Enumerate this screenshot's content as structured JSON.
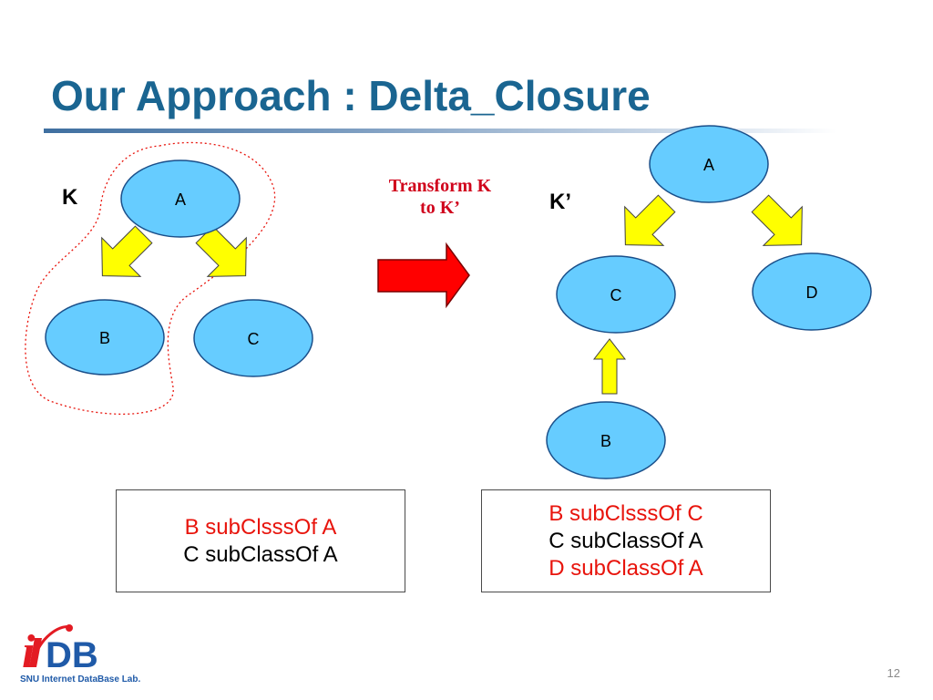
{
  "slide": {
    "title": "Our Approach : Delta_Closure",
    "page_number": "12"
  },
  "left_graph": {
    "label": "K",
    "nodes": {
      "a": "A",
      "b": "B",
      "c": "C"
    }
  },
  "transform": {
    "line1": "Transform K",
    "line2": "to K’"
  },
  "right_graph": {
    "label": "K’",
    "nodes": {
      "a": "A",
      "b": "B",
      "c": "C",
      "d": "D"
    }
  },
  "left_statements": [
    {
      "text": "B subClsssOf A",
      "color": "#e8140c"
    },
    {
      "text": "C subClassOf A",
      "color": "#000000"
    }
  ],
  "right_statements": [
    {
      "text": "B subClsssOf C",
      "color": "#e8140c"
    },
    {
      "text": "C subClassOf A",
      "color": "#000000"
    },
    {
      "text": "D subClassOf A",
      "color": "#e8140c"
    }
  ],
  "logo": {
    "mark": "iDB",
    "caption": "SNU Internet DataBase Lab."
  },
  "colors": {
    "title": "#1a6591",
    "node_fill": "#66ccff",
    "arrow_yellow": "#ffff00",
    "arrow_red": "#ff0000",
    "accent_red": "#d0021b"
  }
}
